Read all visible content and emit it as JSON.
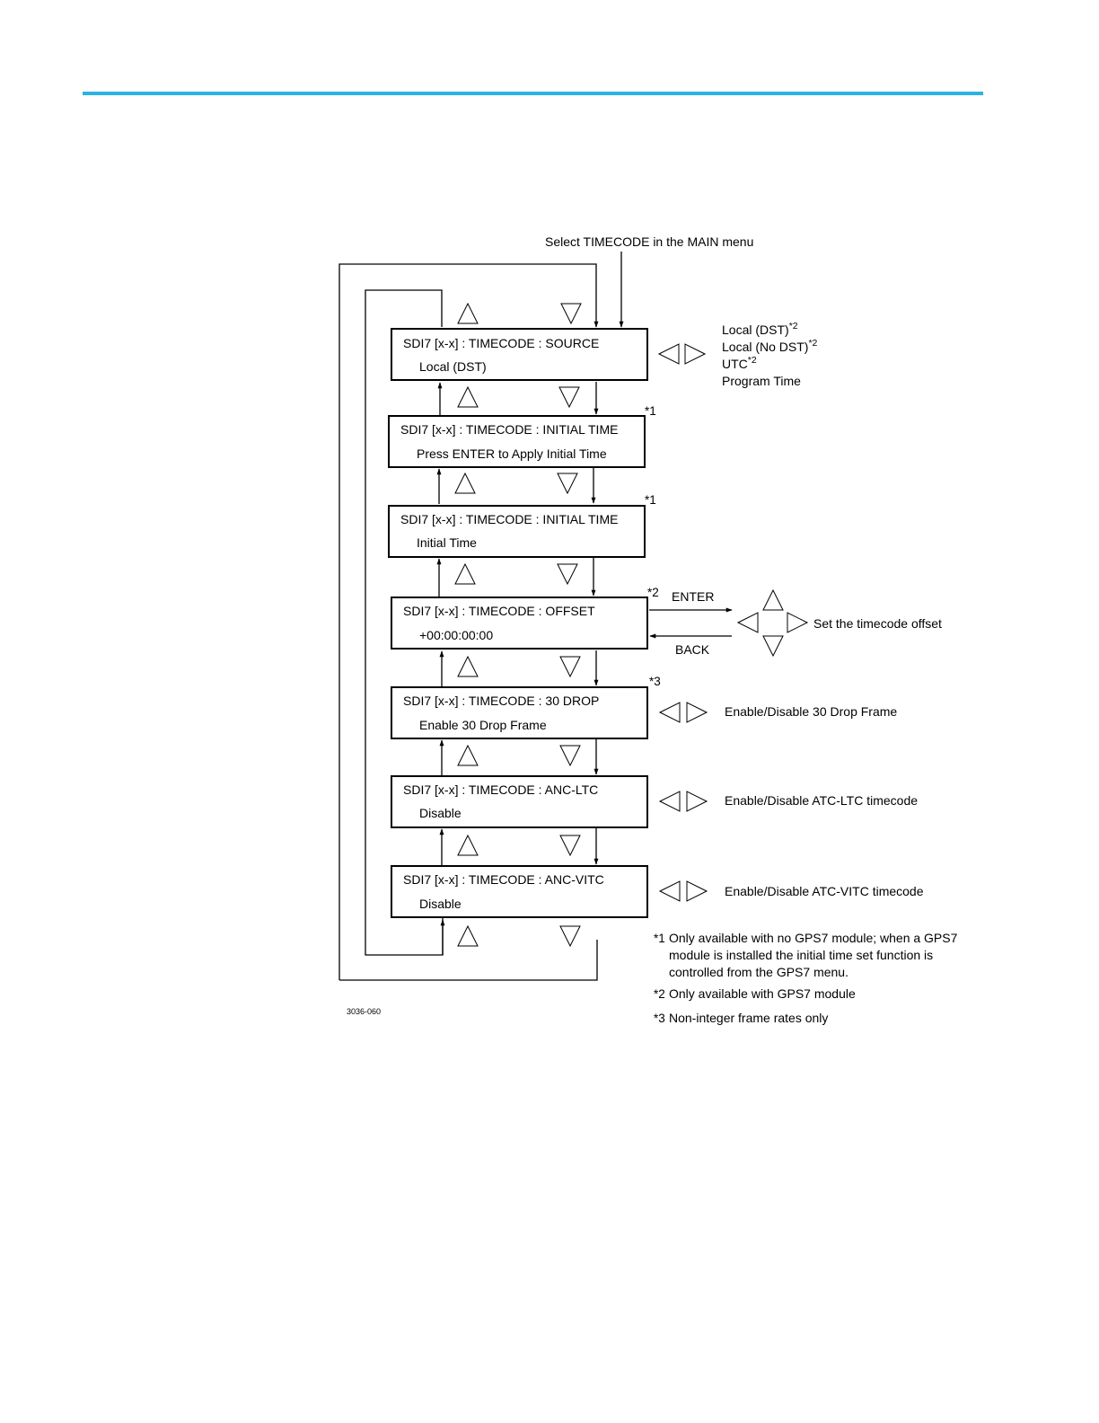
{
  "accent_color": "#2bb3e3",
  "entry_label": "Select TIMECODE in the MAIN menu",
  "menus": [
    {
      "title": "SDI7 [x-x] : TIMECODE : SOURCE",
      "value": "Local (DST)"
    },
    {
      "title": "SDI7 [x-x] : TIMECODE : INITIAL TIME",
      "value": "Press ENTER to Apply Initial Time",
      "note": "*1"
    },
    {
      "title": "SDI7 [x-x] : TIMECODE : INITIAL TIME",
      "value": "Initial Time",
      "note": "*1"
    },
    {
      "title": "SDI7 [x-x] : TIMECODE : OFFSET",
      "value": "+00:00:00:00",
      "note": "*2"
    },
    {
      "title": "SDI7 [x-x] : TIMECODE : 30 DROP",
      "value": "Enable 30 Drop Frame",
      "note": "*3"
    },
    {
      "title": "SDI7 [x-x] : TIMECODE : ANC-LTC",
      "value": "Disable"
    },
    {
      "title": "SDI7 [x-x] : TIMECODE : ANC-VITC",
      "value": "Disable"
    }
  ],
  "source_options": [
    {
      "label": "Local (DST)",
      "sup": "*2"
    },
    {
      "label": "Local (No DST)",
      "sup": "*2"
    },
    {
      "label": "UTC",
      "sup": "*2"
    },
    {
      "label": "Program Time",
      "sup": ""
    }
  ],
  "offset": {
    "enter_label": "ENTER",
    "back_label": "BACK",
    "description": "Set the timecode offset"
  },
  "descriptions": {
    "drop": "Enable/Disable 30 Drop Frame",
    "ltc": "Enable/Disable ATC-LTC timecode",
    "vitc": "Enable/Disable ATC-VITC timecode"
  },
  "footnotes": {
    "n1_mark": "*1",
    "n1_lines": [
      "Only available with no GPS7 module; when a GPS7",
      "module is installed the initial time set function is",
      "controlled from the GPS7 menu."
    ],
    "n2_mark": "*2",
    "n2_text": "Only available with GPS7 module",
    "n3_mark": "*3",
    "n3_text": "Non-integer frame rates only"
  },
  "figure_number": "3036-060",
  "icons": [
    "up-triangle-icon",
    "down-triangle-icon",
    "left-triangle-icon",
    "right-triangle-icon"
  ]
}
